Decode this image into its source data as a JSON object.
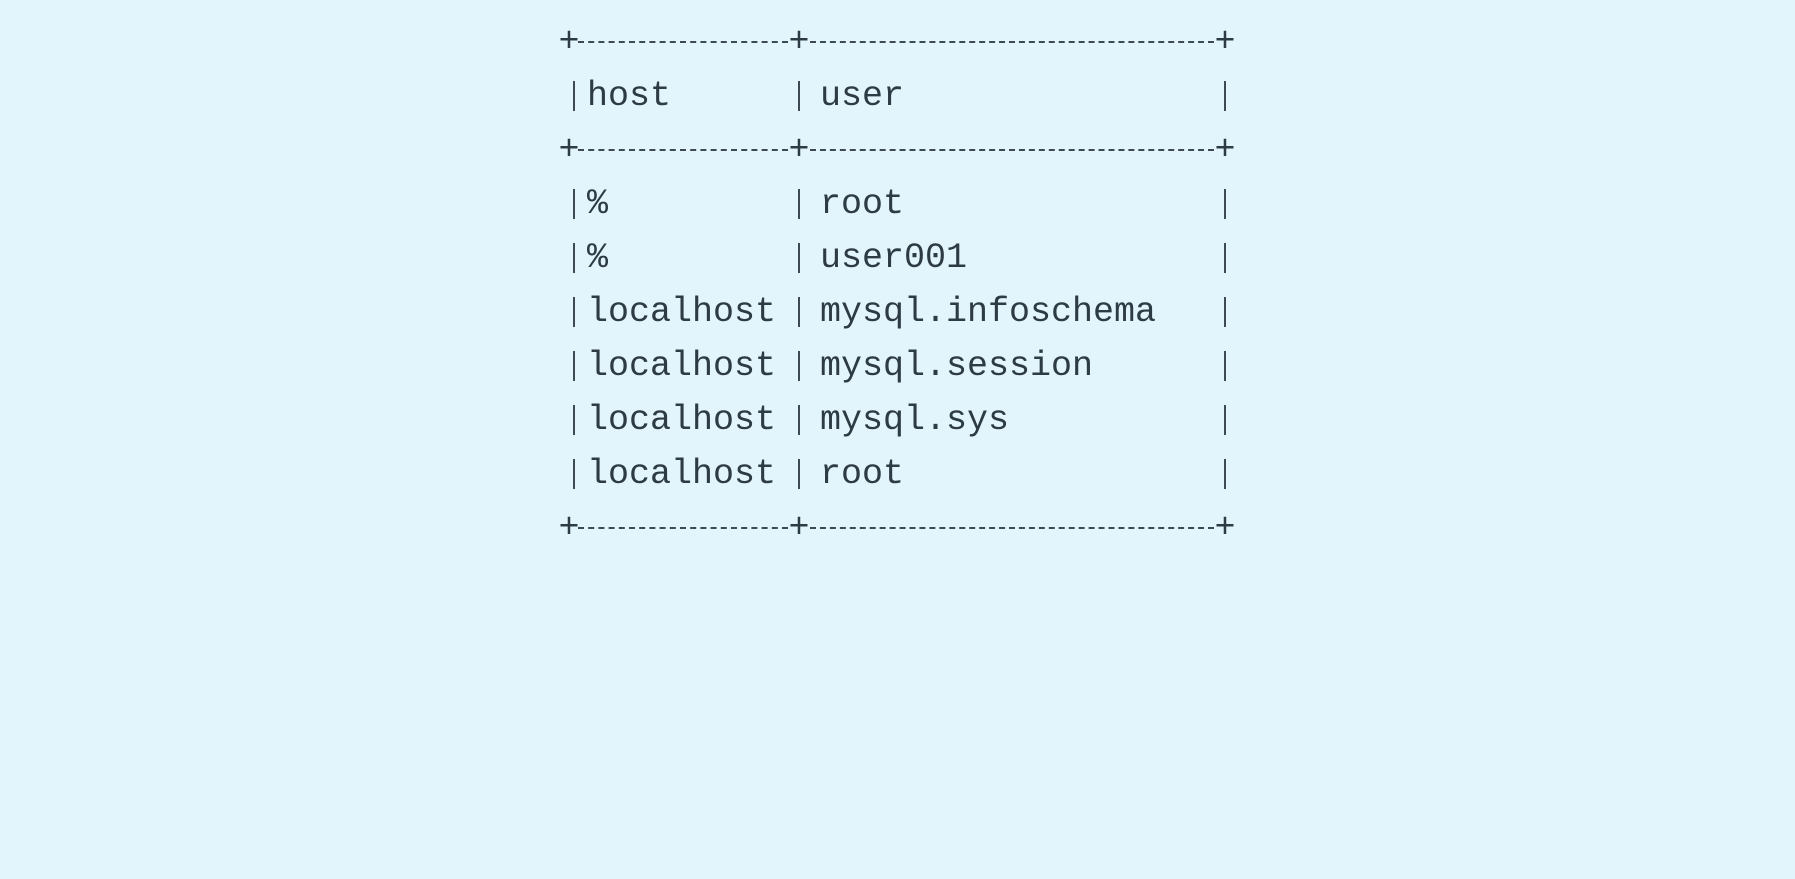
{
  "table": {
    "border": {
      "plus": "+"
    },
    "columns": [
      "host",
      "user"
    ],
    "rows": [
      {
        "host": "%",
        "user": "root"
      },
      {
        "host": "%",
        "user": "user001"
      },
      {
        "host": "localhost",
        "user": "mysql.infoschema"
      },
      {
        "host": "localhost",
        "user": "mysql.session"
      },
      {
        "host": "localhost",
        "user": "mysql.sys"
      },
      {
        "host": "localhost",
        "user": "root"
      }
    ]
  },
  "colors": {
    "background": "#e3f5fc",
    "text": "#2d3b44"
  }
}
